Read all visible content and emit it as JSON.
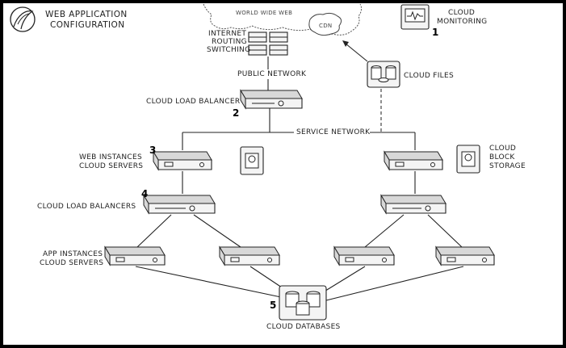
{
  "title": {
    "line1": "WEB APPLICATION",
    "line2": "CONFIGURATION"
  },
  "labels": {
    "www": "WORLD WIDE WEB",
    "cdn": "CDN",
    "internet_line1": "INTERNET",
    "internet_line2": "ROUTING",
    "internet_line3": "SWITCHING",
    "public_network": "PUBLIC NETWORK",
    "cloud_monitoring_line1": "CLOUD",
    "cloud_monitoring_line2": "MONITORING",
    "cloud_files": "CLOUD FILES",
    "cloud_load_balancer": "CLOUD LOAD BALANCER",
    "service_network": "SERVICE NETWORK",
    "web_instances_line1": "WEB INSTANCES",
    "web_instances_line2": "CLOUD SERVERS",
    "block_storage_line1": "CLOUD",
    "block_storage_line2": "BLOCK",
    "block_storage_line3": "STORAGE",
    "cloud_load_balancers": "CLOUD LOAD BALANCERS",
    "app_instances_line1": "APP INSTANCES",
    "app_instances_line2": "CLOUD SERVERS",
    "cloud_databases": "CLOUD DATABASES"
  },
  "numbers": {
    "n1": "1",
    "n2": "2",
    "n3": "3",
    "n4": "4",
    "n5": "5"
  }
}
